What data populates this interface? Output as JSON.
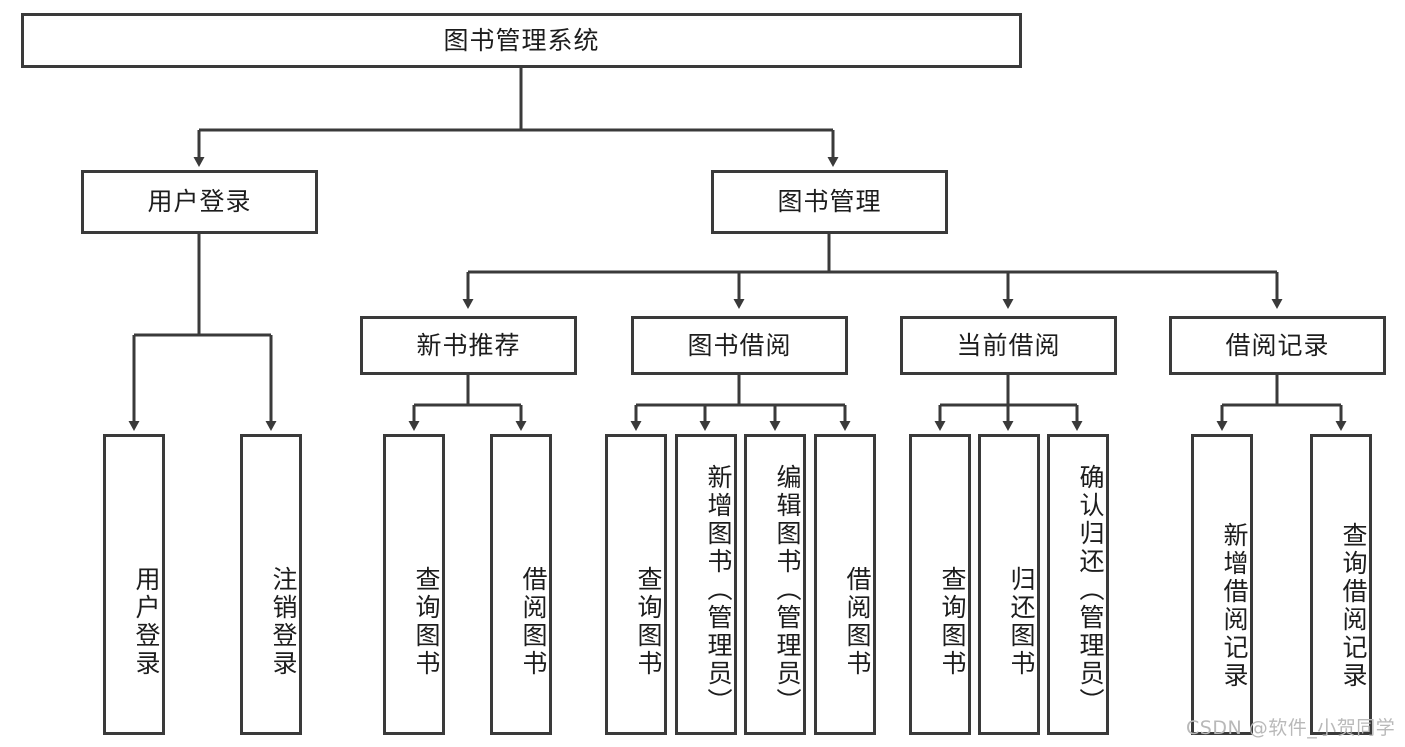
{
  "diagram": {
    "type": "tree-hierarchy-chart",
    "title": "图书管理系统",
    "stroke_color": "#3a3a3a",
    "background_color": "#ffffff",
    "text_color": "#1d1d1d",
    "root": {
      "id": "root",
      "label": "图书管理系统"
    },
    "level1": [
      {
        "id": "user-login",
        "label": "用户登录"
      },
      {
        "id": "book-manage",
        "label": "图书管理"
      }
    ],
    "level2": [
      {
        "id": "new-book-recommend",
        "label": "新书推荐",
        "parent": "book-manage"
      },
      {
        "id": "book-borrow",
        "label": "图书借阅",
        "parent": "book-manage"
      },
      {
        "id": "current-borrow",
        "label": "当前借阅",
        "parent": "book-manage"
      },
      {
        "id": "borrow-record",
        "label": "借阅记录",
        "parent": "book-manage"
      }
    ],
    "leaves": [
      {
        "id": "leaf-user-login",
        "label": "用户登录",
        "parent": "user-login"
      },
      {
        "id": "leaf-logout-login",
        "label": "注销登录",
        "parent": "user-login"
      },
      {
        "id": "leaf-query-book-1",
        "label": "查询图书",
        "parent": "new-book-recommend"
      },
      {
        "id": "leaf-borrow-book-1",
        "label": "借阅图书",
        "parent": "new-book-recommend"
      },
      {
        "id": "leaf-query-book-2",
        "label": "查询图书",
        "parent": "book-borrow"
      },
      {
        "id": "leaf-add-book",
        "label": "新增图书（管理员）",
        "parent": "book-borrow"
      },
      {
        "id": "leaf-edit-book",
        "label": "编辑图书（管理员）",
        "parent": "book-borrow"
      },
      {
        "id": "leaf-borrow-book-2",
        "label": "借阅图书",
        "parent": "book-borrow"
      },
      {
        "id": "leaf-query-book-3",
        "label": "查询图书",
        "parent": "current-borrow"
      },
      {
        "id": "leaf-return-book",
        "label": "归还图书",
        "parent": "current-borrow"
      },
      {
        "id": "leaf-confirm-return",
        "label": "确认归还（管理员）",
        "parent": "current-borrow"
      },
      {
        "id": "leaf-add-record",
        "label": "新增借阅记录",
        "parent": "borrow-record"
      },
      {
        "id": "leaf-query-record",
        "label": "查询借阅记录",
        "parent": "borrow-record"
      }
    ]
  },
  "watermark": {
    "text": "CSDN @软件_小贺同学"
  }
}
